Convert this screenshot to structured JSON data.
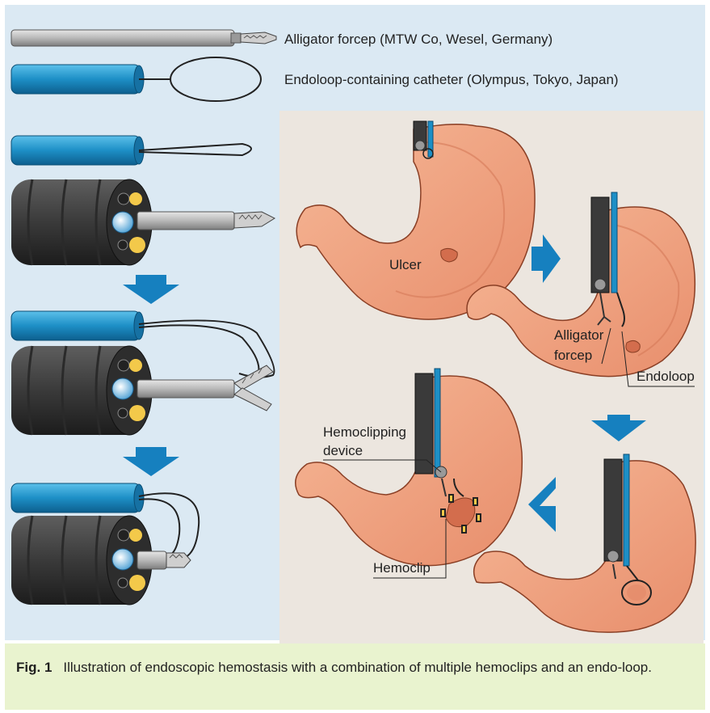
{
  "legend": {
    "forcep_label": "Alligator forcep (MTW Co, Wesel, Germany)",
    "catheter_label": "Endoloop-containing catheter (Olympus, Tokyo, Japan)"
  },
  "labels": {
    "ulcer": "Ulcer",
    "alligator_line1": "Alligator",
    "alligator_line2": "forcep",
    "endoloop": "Endoloop",
    "hemoclipping_line1": "Hemoclipping",
    "hemoclipping_line2": "device",
    "hemoclip": "Hemoclip"
  },
  "caption": {
    "label": "Fig. 1",
    "text": "Illustration of endoscopic hemostasis with a combination of multiple hemoclips and an endo-loop."
  },
  "colors": {
    "panel_bg": "#dbe9f3",
    "stomach_bg": "#ece6df",
    "caption_bg": "#e9f3cf",
    "catheter_blue": "#1a8fc4",
    "arrow_blue": "#1680bf",
    "stomach": "#efa483",
    "stomach_inner": "#f4bea3",
    "scope_dark": "#3a3a3a",
    "forcep_gray": "#b3b3b3",
    "light_yellow": "#f3c94a"
  }
}
